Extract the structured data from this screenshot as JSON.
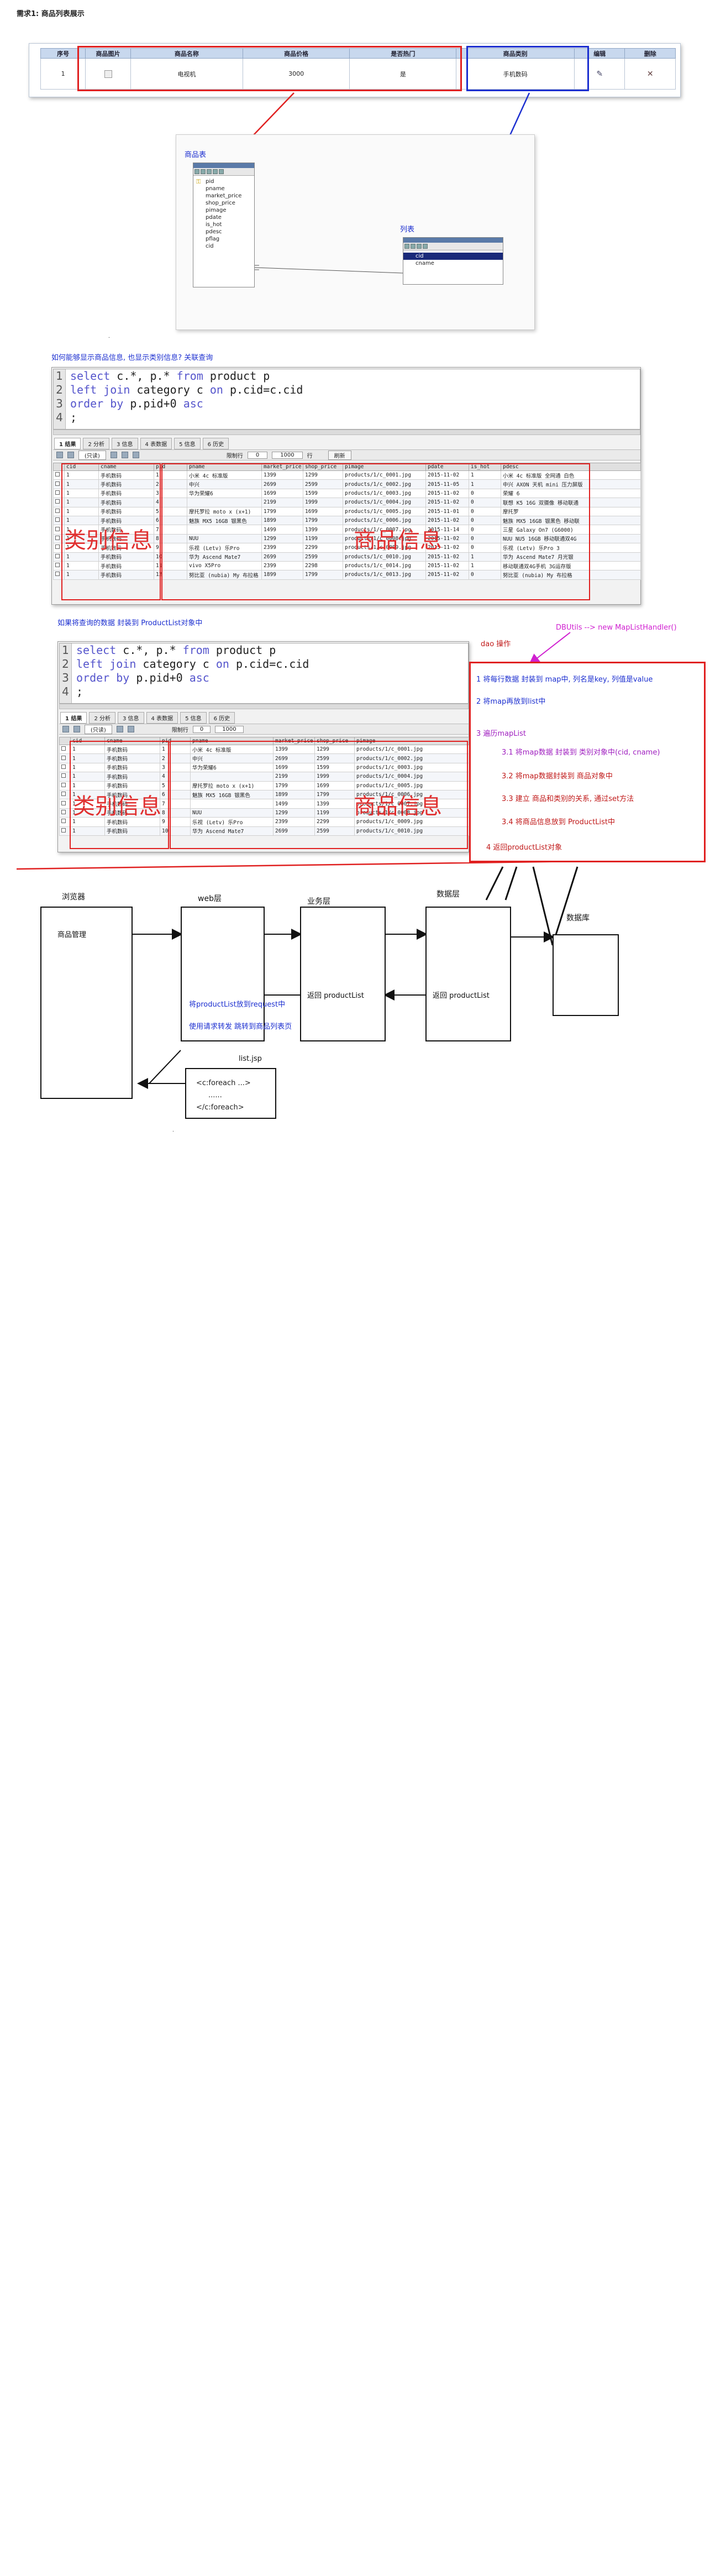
{
  "header": {
    "title": "需求1: 商品列表展示"
  },
  "product_table": {
    "columns": [
      "序号",
      "商品图片",
      "商品名称",
      "商品价格",
      "是否热门",
      "商品类别",
      "编辑",
      "删除"
    ],
    "row": {
      "index": "1",
      "name": "电视机",
      "price": "3000",
      "hot": "是",
      "category": "手机数码"
    }
  },
  "er": {
    "product_label": "商品表",
    "product_fields": [
      "pid",
      "pname",
      "market_price",
      "shop_price",
      "pimage",
      "pdate",
      "is_hot",
      "pdesc",
      "pflag",
      "cid"
    ],
    "category_label": "列表",
    "category_fields": [
      "cid",
      "cname"
    ]
  },
  "question1": "如何能够显示商品信息, 也显示类别信息?   关联查询",
  "query1": {
    "lines": [
      [
        {
          "k": "select"
        },
        {
          "t": " c.*, p.* "
        },
        {
          "k": "from"
        },
        {
          "t": " product p"
        }
      ],
      [
        {
          "k": "left join"
        },
        {
          "t": " category c "
        },
        {
          "k": "on"
        },
        {
          "t": " p.cid=c.cid"
        }
      ],
      [
        {
          "k": "order by"
        },
        {
          "t": " p.pid+0 "
        },
        {
          "k": "asc"
        }
      ],
      [
        {
          "t": ";"
        }
      ]
    ],
    "tabs": [
      "1 结果",
      "2 分析",
      "3 信息",
      "4 表数据",
      "5 信息",
      "6 历史"
    ],
    "toolbar": {
      "filter": "(只读)",
      "limit_label": "限制行",
      "first_row": "0",
      "rows": "1000",
      "rows_suffix": "行",
      "refresh": "刷新"
    },
    "columns": [
      "cid",
      "cname",
      "pid",
      "pname",
      "market_price",
      "shop_price",
      "pimage",
      "pdate",
      "is_hot",
      "pdesc"
    ],
    "rows": [
      [
        "1",
        "手机数码",
        "1",
        "小米 4c 标准版",
        "1399",
        "1299",
        "products/1/c_0001.jpg",
        "2015-11-02",
        "1",
        "小米 4c 标准版 全网通 白色"
      ],
      [
        "1",
        "手机数码",
        "2",
        "中兴",
        "2699",
        "2599",
        "products/1/c_0002.jpg",
        "2015-11-05",
        "1",
        "中兴 AXON 天机 mini 压力屏版"
      ],
      [
        "1",
        "手机数码",
        "3",
        "华为荣耀6",
        "1699",
        "1599",
        "products/1/c_0003.jpg",
        "2015-11-02",
        "0",
        "荣耀 6"
      ],
      [
        "1",
        "手机数码",
        "4",
        "",
        "2199",
        "1999",
        "products/1/c_0004.jpg",
        "2015-11-02",
        "0",
        "联想 K5 16G 双摄像 移动联通"
      ],
      [
        "1",
        "手机数码",
        "5",
        "摩托罗拉 moto x (x+1)",
        "1799",
        "1699",
        "products/1/c_0005.jpg",
        "2015-11-01",
        "0",
        "摩托罗"
      ],
      [
        "1",
        "手机数码",
        "6",
        "魅族 MX5 16GB 银黑色",
        "1899",
        "1799",
        "products/1/c_0006.jpg",
        "2015-11-02",
        "0",
        "魅族 MX5 16GB 银黑色 移动联"
      ],
      [
        "1",
        "手机数码",
        "7",
        "",
        "1499",
        "1399",
        "products/1/c_0007.jpg",
        "2015-11-14",
        "0",
        "三星 Galaxy On7 (G6000)"
      ],
      [
        "1",
        "手机数码",
        "8",
        "NUU",
        "1299",
        "1199",
        "products/1/c_0008.jpg",
        "2015-11-02",
        "0",
        "NUU NU5 16GB 移动联通双4G"
      ],
      [
        "1",
        "手机数码",
        "9",
        "乐视 (Letv) 乐Pro",
        "2399",
        "2299",
        "products/1/c_0009.jpg",
        "2015-11-02",
        "0",
        "乐视 (Letv) 乐Pro 3"
      ],
      [
        "1",
        "手机数码",
        "10",
        "华为 Ascend Mate7",
        "2699",
        "2599",
        "products/1/c_0010.jpg",
        "2015-11-02",
        "1",
        "华为 Ascend Mate7 月光银"
      ],
      [
        "1",
        "手机数码",
        "11",
        "vivo X5Pro",
        "2399",
        "2298",
        "products/1/c_0014.jpg",
        "2015-11-02",
        "1",
        "移动联通双4G手机 3G运存版"
      ],
      [
        "1",
        "手机数码",
        "12",
        "努比亚 (nubia) My 布拉格",
        "1899",
        "1799",
        "products/1/c_0013.jpg",
        "2015-11-02",
        "0",
        "努比亚 (nubia) My 布拉格"
      ]
    ],
    "label_category": "类别信息",
    "label_product": "商品信息"
  },
  "question2": "如果将查询的数据 封装到 ProductList对象中",
  "query2": {
    "lines": [
      [
        {
          "k": "select"
        },
        {
          "t": " c.*, p.* "
        },
        {
          "k": "from"
        },
        {
          "t": " product p"
        }
      ],
      [
        {
          "k": "left join"
        },
        {
          "t": " category c "
        },
        {
          "k": "on"
        },
        {
          "t": " p.cid=c.cid"
        }
      ],
      [
        {
          "k": "order by"
        },
        {
          "t": " p.pid+0 "
        },
        {
          "k": "asc"
        }
      ],
      [
        {
          "t": ";"
        }
      ]
    ],
    "columns": [
      "cid",
      "cname",
      "pid",
      "pname",
      "market_price",
      "shop_price",
      "pimage"
    ],
    "rows": [
      [
        "1",
        "手机数码",
        "1",
        "小米 4c 标准版",
        "1399",
        "1299",
        "products/1/c_0001.jpg"
      ],
      [
        "1",
        "手机数码",
        "2",
        "中兴",
        "2699",
        "2599",
        "products/1/c_0002.jpg"
      ],
      [
        "1",
        "手机数码",
        "3",
        "华为荣耀6",
        "1699",
        "1599",
        "products/1/c_0003.jpg"
      ],
      [
        "1",
        "手机数码",
        "4",
        "",
        "2199",
        "1999",
        "products/1/c_0004.jpg"
      ],
      [
        "1",
        "手机数码",
        "5",
        "摩托罗拉 moto x (x+1)",
        "1799",
        "1699",
        "products/1/c_0005.jpg"
      ],
      [
        "1",
        "手机数码",
        "6",
        "魅族 MX5 16GB 银黑色",
        "1899",
        "1799",
        "products/1/c_0006.jpg"
      ],
      [
        "1",
        "手机数码",
        "7",
        "",
        "1499",
        "1399",
        "products/1/c_0007.jpg"
      ],
      [
        "1",
        "手机数码",
        "8",
        "NUU",
        "1299",
        "1199",
        "products/1/c_0008.jpg"
      ],
      [
        "1",
        "手机数码",
        "9",
        "乐视 (Letv) 乐Pro",
        "2399",
        "2299",
        "products/1/c_0009.jpg"
      ],
      [
        "1",
        "手机数码",
        "10",
        "华为 Ascend Mate7",
        "2699",
        "2599",
        "products/1/c_0010.jpg"
      ]
    ],
    "label_category": "类别信息",
    "label_product": "商品信息"
  },
  "dao": {
    "dao_label": "dao 操作",
    "dbutils": "DBUtils  -->  new MapListHandler()",
    "steps": [
      "1 将每行数据 封装到 map中, 列名是key, 列值是value",
      "2 将map再放到list中",
      "3 遍历mapList",
      "3.1 将map数据 封装到 类别对象中(cid, cname)",
      "3.2 将map数据封装到 商品对象中",
      "3.3 建立 商品和类别的关系, 通过set方法",
      "3.4 将商品信息放到 ProductList中",
      "4 返回productList对象"
    ]
  },
  "flow": {
    "browser": "浏览器",
    "product_mgmt": "商品管理",
    "web": "web层",
    "service": "业务层",
    "dao": "数据层",
    "db": "数据库",
    "return_service": "返回 productList",
    "return_dao": "返回 productList",
    "store_request": "将productList放到request中",
    "forward": "使用请求转发 跳转到商品列表页",
    "jsp": "list.jsp",
    "foreach_open": "<c:foreach ...>",
    "foreach_dots": "......",
    "foreach_close": "</c:foreach>"
  }
}
